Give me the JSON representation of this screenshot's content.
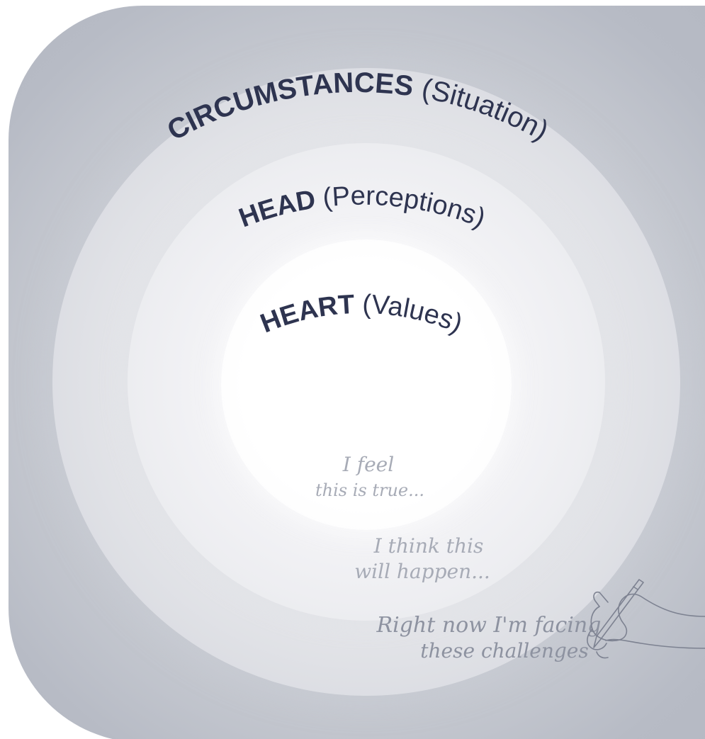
{
  "layers": [
    {
      "bold": "CIRCUMSTANCES",
      "light": "(Situation)"
    },
    {
      "bold": "HEAD",
      "light": "(Perceptions)"
    },
    {
      "bold": "HEART",
      "light": "(Values)"
    }
  ],
  "notes": {
    "heart_line1": "I feel",
    "heart_line2": "this is true...",
    "head_line1": "I think this",
    "head_line2": "will happen...",
    "circ_line1": "Right now I'm facing",
    "circ_line2": "these challenges"
  },
  "colors": {
    "label": "#2e3450",
    "outer_bg": "#b7bbc5",
    "note": "#a7abb6"
  }
}
